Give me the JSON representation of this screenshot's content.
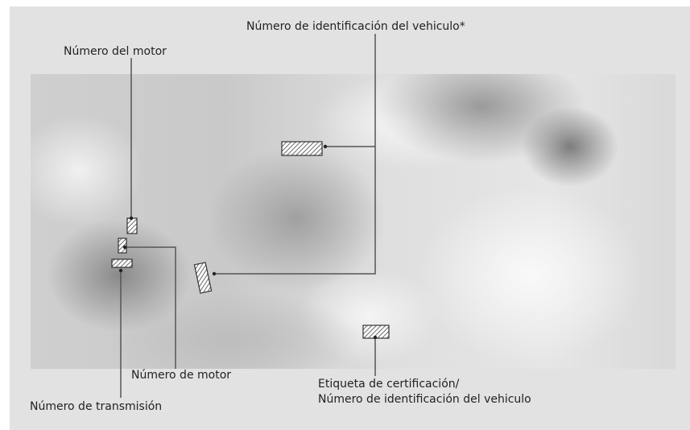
{
  "labels": {
    "vin_top": "Número de identificación del vehiculo*",
    "engine_number_top": "Número del motor",
    "engine_number_bottom": "Número de motor",
    "transmission_number": "Número de transmisión",
    "cert_label_line1": "Etiqueta de certificación/",
    "cert_label_line2": "Número de identificación del vehiculo"
  },
  "colors": {
    "frame": "#e2e2e2",
    "leader_line": "#555555",
    "text": "#222222"
  }
}
